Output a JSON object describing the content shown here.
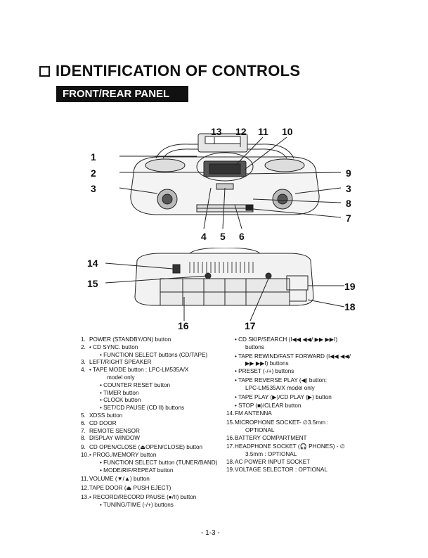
{
  "doc": {
    "title": "IDENTIFICATION OF CONTROLS",
    "section": "FRONT/REAR PANEL",
    "page_number": "- 1-3 -"
  },
  "front_callouts": {
    "c13": "13",
    "c12": "12",
    "c11": "11",
    "c10": "10",
    "c1": "1",
    "c2": "2",
    "c3l": "3",
    "c9": "9",
    "c3r": "3",
    "c8": "8",
    "c7": "7",
    "c4": "4",
    "c5": "5",
    "c6": "6"
  },
  "rear_callouts": {
    "c14": "14",
    "c15": "15",
    "c19": "19",
    "c18": "18",
    "c16": "16",
    "c17": "17"
  },
  "left_column": [
    {
      "n": "1.",
      "text": "POWER (STANDBY/ON) button"
    },
    {
      "n": "2.",
      "text": "• CD SYNC. button"
    },
    {
      "n": "",
      "text": "• FUNCTION SELECT buttons (CD/TAPE)",
      "indent": 1
    },
    {
      "n": "3.",
      "text": "LEFT/RIGHT SPEAKER"
    },
    {
      "n": "4.",
      "text": "• TAPE MODE button : LPC-LM535A/X"
    },
    {
      "n": "",
      "text": "model only",
      "indent": 2
    },
    {
      "n": "",
      "text": "• COUNTER RESET button",
      "indent": 1
    },
    {
      "n": "",
      "text": "• TIMER button",
      "indent": 1
    },
    {
      "n": "",
      "text": "• CLOCK button",
      "indent": 1
    },
    {
      "n": "",
      "text": "• SET/CD PAUSE (CD II) buttons",
      "indent": 1
    },
    {
      "n": "5.",
      "text": "XDSS button"
    },
    {
      "n": "6.",
      "text": "CD DOOR"
    },
    {
      "n": "7.",
      "text": "REMOTE SENSOR"
    },
    {
      "n": "8.",
      "text": "DISPLAY WINDOW"
    },
    {
      "n": "9.",
      "text": "CD OPEN/CLOSE (⏏OPEN/CLOSE) button",
      "gap": true
    },
    {
      "n": "10.",
      "text": "• PROG./MEMORY button"
    },
    {
      "n": "",
      "text": "• FUNCTION SELECT button (TUNER/BAND)",
      "indent": 1
    },
    {
      "n": "",
      "text": "• MODE/RIF/REPEAT button",
      "indent": 1
    },
    {
      "n": "11.",
      "text": "VOLUME (▼/▲) button",
      "gap": true
    },
    {
      "n": "12.",
      "text": "TAPE DOOR (⏏ PUSH EJECT)",
      "gap": true
    },
    {
      "n": "13.",
      "text": "• RECORD/RECORD PAUSE (●/II) button",
      "gap": true
    },
    {
      "n": "",
      "text": "• TUNING/TIME (-/+) buttons",
      "indent": 1
    }
  ],
  "right_column": [
    {
      "n": "",
      "text": "• CD SKIP/SEARCH (I◀◀ ◀◀/ ▶▶ ▶▶I)"
    },
    {
      "n": "",
      "text": "buttons",
      "indent": 1
    },
    {
      "n": "",
      "text": "• TAPE REWIND/FAST FORWARD (I◀◀ ◀◀/",
      "gap": true
    },
    {
      "n": "",
      "text": "▶▶ ▶▶I) buttons",
      "indent": 1
    },
    {
      "n": "",
      "text": "• PRESET (-/+) buttons"
    },
    {
      "n": "",
      "text": "• TAPE REVERSE PLAY (◀) button:",
      "gap": true
    },
    {
      "n": "",
      "text": "LPC-LM535A/X model only",
      "indent": 1
    },
    {
      "n": "",
      "text": "• TAPE PLAY (▶)/CD PLAY (▶) button",
      "gap": true
    },
    {
      "n": "",
      "text": "• STOP (■)/CLEAR button",
      "gap": true
    },
    {
      "n": "14.",
      "text": "FM ANTENNA"
    },
    {
      "n": "15.",
      "text": "MICROPHONE SOCKET- ∅3.5mm :",
      "gap": true
    },
    {
      "n": "",
      "text": "OPTIONAL",
      "indent": 1
    },
    {
      "n": "16.",
      "text": "BATTERY COMPARTMENT"
    },
    {
      "n": "17.",
      "text": "HEADPHONE SOCKET (🎧 PHONES) - ∅",
      "gap": true
    },
    {
      "n": "",
      "text": "3.5mm : OPTIONAL",
      "indent": 1
    },
    {
      "n": "18.",
      "text": "AC POWER INPUT SOCKET"
    },
    {
      "n": "19.",
      "text": "VOLTAGE SELECTOR : OPTIONAL"
    }
  ]
}
